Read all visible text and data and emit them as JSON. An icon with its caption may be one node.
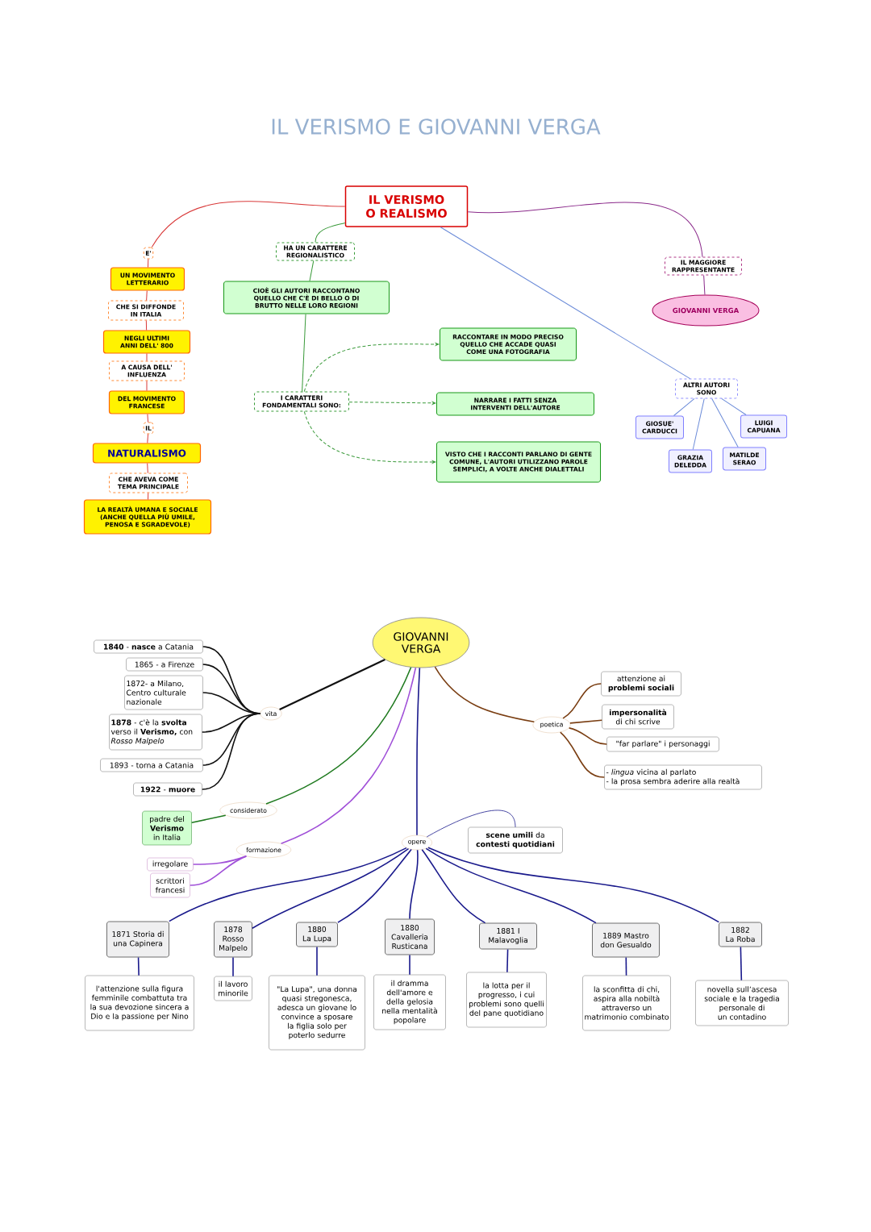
{
  "diagram": {
    "title": "IL VERISMO E GIOVANNI VERGA",
    "nodes": [
      {
        "text": [
          "IL VERISMO O REALISMO"
        ]
      },
      {
        "text": [
          "E'"
        ]
      },
      {
        "text": [
          "UN MOVIMENTO LETTERARIO"
        ]
      },
      {
        "text": [
          "CHE SI DIFFONDE IN ITALIA"
        ]
      },
      {
        "text": [
          "NEGLI ULTIMI ANNI DELL' 800"
        ]
      },
      {
        "text": [
          "A CAUSA DELL' INFLUENZA"
        ]
      },
      {
        "text": [
          "DEL MOVIMENTO FRANCESE"
        ]
      },
      {
        "text": [
          "IL"
        ]
      },
      {
        "text": [
          "NATURALISMO"
        ]
      },
      {
        "text": [
          "CHE AVEVA COME TEMA PRINCIPALE"
        ]
      },
      {
        "text": [
          "LA REALTÀ UMANA E SOCIALE (ANCHE QUELLA PIÙ UMILE, PENOSA E SGRADEVOLE)"
        ]
      },
      {
        "text": [
          "HA UN CARATTERE REGIONALISTICO"
        ]
      },
      {
        "text": [
          "CIOÈ GLI AUTORI RACCONTANO QUELLO CHE C'È DI BELLO O DI BRUTTO NELLE LORO REGIONI"
        ]
      },
      {
        "text": [
          "I CARATTERI FONDAMENTALI SONO:"
        ]
      },
      {
        "text": [
          "RACCONTARE IN MODO PRECISO QUELLO CHE ACCADE QUASI COME UNA FOTOGRAFIA"
        ]
      },
      {
        "text": [
          "NARRARE I FATTI SENZA INTERVENTI DELL'AUTORE"
        ]
      },
      {
        "text": [
          "VISTO CHE I RACCONTI PARLANO DI GENTE COMUNE, L'AUTORI UTILIZZANO PAROLE SEMPLICI, A VOLTE ANCHE DIALETTALI"
        ]
      },
      {
        "text": [
          "IL MAGGIORE RAPPRESENTANTE"
        ]
      },
      {
        "text": [
          "GIOVANNI VERGA"
        ]
      },
      {
        "text": [
          "ALTRI AUTORI SONO"
        ]
      },
      {
        "text": [
          "GIOSUE' CARDUCCI"
        ]
      },
      {
        "text": [
          "GRAZIA DELEDDA"
        ]
      },
      {
        "text": [
          "MATILDE SERAO"
        ]
      },
      {
        "text": [
          "LUIGI CAPUANA"
        ]
      },
      {
        "text": [
          "GIOVANNI VERGA"
        ]
      },
      {
        "text": [
          "vita"
        ]
      },
      {
        "text": [
          "**1840** - **nasce** a Catania"
        ]
      },
      {
        "text": [
          "1865 - a Firenze"
        ]
      },
      {
        "text": [
          "1872- a Milano, Centro culturale nazionale"
        ]
      },
      {
        "text": [
          "**1878** - c'è la **svolta** verso il **Verismo,** con *Rosso Malpelo*"
        ]
      },
      {
        "text": [
          "1893 - torna a Catania"
        ]
      },
      {
        "text": [
          "**1922** - **muore**"
        ]
      },
      {
        "text": [
          "considerato"
        ]
      },
      {
        "text": [
          "padre del **Verismo** in Italia"
        ]
      },
      {
        "text": [
          "formazione"
        ]
      },
      {
        "text": [
          "irregolare"
        ]
      },
      {
        "text": [
          "scrittori francesi"
        ]
      },
      {
        "text": [
          "poetica"
        ]
      },
      {
        "text": [
          "attenzione ai **problemi sociali**"
        ]
      },
      {
        "text": [
          "**impersonalità** di chi scrive"
        ]
      },
      {
        "text": [
          "\"far parlare\" i personaggi"
        ]
      },
      {
        "text": [
          "- *lingua*  vicina al parlato",
          "- la prosa sembra aderire alla realtà"
        ]
      },
      {
        "text": [
          "opere"
        ]
      },
      {
        "text": [
          "**scene umili** da **contesti quotidiani**"
        ]
      },
      {
        "text": [
          "1871 Storia di una Capinera"
        ]
      },
      {
        "text": [
          "l'attenzione sulla figura femminile combattuta tra la sua devozione sincera a Dio e la passione per Nino"
        ]
      },
      {
        "text": [
          "1878 Rosso Malpelo"
        ]
      },
      {
        "text": [
          "il lavoro minorile"
        ]
      },
      {
        "text": [
          "1880 La Lupa"
        ]
      },
      {
        "text": [
          "\"La Lupa\", una donna quasi stregonesca, adesca un giovane lo convince a sposare la figlia solo per poterlo sedurre"
        ]
      },
      {
        "text": [
          "1880 Cavalleria Rusticana"
        ]
      },
      {
        "text": [
          "il dramma dell'amore e della gelosia nella mentalità popolare"
        ]
      },
      {
        "text": [
          "1881 I Malavoglia"
        ]
      },
      {
        "text": [
          "la lotta per il progresso, i cui problemi sono quelli del pane quotidiano"
        ]
      },
      {
        "text": [
          "1889 Mastro don Gesualdo"
        ]
      },
      {
        "text": [
          "la sconfitta di chi, aspira alla nobiltà attraverso un matrimonio combinato"
        ]
      },
      {
        "text": [
          "1882 La Roba"
        ]
      },
      {
        "text": [
          "novella sull’ascesa sociale e la tragedia personale di un contadino"
        ]
      }
    ],
    "edges": [
      {
        "from": 0,
        "to": 1,
        "arrow": "none",
        "color": "#d93a3a"
      },
      {
        "from": 1,
        "to": 2,
        "arrow": "none",
        "color": "#d93a3a"
      },
      {
        "from": 2,
        "to": 3,
        "arrow": "none",
        "color": "#d93a3a"
      },
      {
        "from": 3,
        "to": 4,
        "arrow": "none",
        "color": "#d93a3a"
      },
      {
        "from": 4,
        "to": 5,
        "arrow": "none",
        "color": "#d93a3a"
      },
      {
        "from": 5,
        "to": 6,
        "arrow": "none",
        "color": "#d93a3a"
      },
      {
        "from": 6,
        "to": 7,
        "arrow": "none",
        "color": "#d93a3a"
      },
      {
        "from": 7,
        "to": 8,
        "arrow": "none",
        "color": "#d93a3a"
      },
      {
        "from": 8,
        "to": 9,
        "arrow": "none",
        "color": "#d93a3a"
      },
      {
        "from": 9,
        "to": 10,
        "arrow": "none",
        "color": "#d93a3a"
      },
      {
        "from": 0,
        "to": 11,
        "arrow": "none",
        "color": "#3a9a3a"
      },
      {
        "from": 11,
        "to": 12,
        "arrow": "none",
        "color": "#3a9a3a"
      },
      {
        "from": 12,
        "to": 13,
        "arrow": "none",
        "color": "#3a9a3a"
      },
      {
        "from": 13,
        "to": 14,
        "arrow": "to",
        "style": "dashed",
        "color": "#3a9a3a"
      },
      {
        "from": 13,
        "to": 15,
        "arrow": "to",
        "style": "dashed",
        "color": "#3a9a3a"
      },
      {
        "from": 13,
        "to": 16,
        "arrow": "to",
        "style": "dashed",
        "color": "#3a9a3a"
      },
      {
        "from": 0,
        "to": 17,
        "arrow": "none",
        "color": "#8b2b8b"
      },
      {
        "from": 17,
        "to": 18,
        "arrow": "none",
        "color": "#8b2b8b"
      },
      {
        "from": 0,
        "to": 19,
        "arrow": "none",
        "color": "#6a8ad8"
      },
      {
        "from": 19,
        "to": 20,
        "arrow": "none",
        "color": "#6a8ad8"
      },
      {
        "from": 19,
        "to": 21,
        "arrow": "none",
        "color": "#6a8ad8"
      },
      {
        "from": 19,
        "to": 22,
        "arrow": "none",
        "color": "#6a8ad8"
      },
      {
        "from": 19,
        "to": 23,
        "arrow": "none",
        "color": "#6a8ad8"
      },
      {
        "from": 24,
        "to": 25,
        "arrow": "none",
        "color": "#111111"
      },
      {
        "from": 25,
        "to": 26,
        "arrow": "none",
        "color": "#111111"
      },
      {
        "from": 25,
        "to": 27,
        "arrow": "none",
        "color": "#111111"
      },
      {
        "from": 25,
        "to": 28,
        "arrow": "none",
        "color": "#111111"
      },
      {
        "from": 25,
        "to": 29,
        "arrow": "none",
        "color": "#111111"
      },
      {
        "from": 25,
        "to": 30,
        "arrow": "none",
        "color": "#111111"
      },
      {
        "from": 25,
        "to": 31,
        "arrow": "none",
        "color": "#111111"
      },
      {
        "from": 24,
        "to": 32,
        "arrow": "none",
        "color": "#1f7a1f"
      },
      {
        "from": 32,
        "to": 33,
        "arrow": "none",
        "color": "#1f7a1f"
      },
      {
        "from": 24,
        "to": 34,
        "arrow": "none",
        "color": "#a050d8"
      },
      {
        "from": 34,
        "to": 35,
        "arrow": "none",
        "color": "#a050d8"
      },
      {
        "from": 34,
        "to": 36,
        "arrow": "none",
        "color": "#a050d8"
      },
      {
        "from": 24,
        "to": 37,
        "arrow": "none",
        "color": "#7a3e12"
      },
      {
        "from": 37,
        "to": 38,
        "arrow": "none",
        "color": "#7a3e12"
      },
      {
        "from": 37,
        "to": 39,
        "arrow": "none",
        "color": "#7a3e12"
      },
      {
        "from": 37,
        "to": 40,
        "arrow": "none",
        "color": "#7a3e12"
      },
      {
        "from": 37,
        "to": 41,
        "arrow": "none",
        "color": "#7a3e12"
      },
      {
        "from": 24,
        "to": 42,
        "arrow": "none"
      },
      {
        "from": 42,
        "to": 43,
        "arrow": "none"
      },
      {
        "from": 42,
        "to": 44,
        "arrow": "none"
      },
      {
        "from": 42,
        "to": 46,
        "arrow": "none"
      },
      {
        "from": 42,
        "to": 48,
        "arrow": "none"
      },
      {
        "from": 42,
        "to": 50,
        "arrow": "none"
      },
      {
        "from": 42,
        "to": 52,
        "arrow": "none"
      },
      {
        "from": 42,
        "to": 54,
        "arrow": "none"
      },
      {
        "from": 42,
        "to": 56,
        "arrow": "none"
      },
      {
        "from": 44,
        "to": 45,
        "arrow": "none"
      },
      {
        "from": 46,
        "to": 47,
        "arrow": "none"
      },
      {
        "from": 48,
        "to": 49,
        "arrow": "none"
      },
      {
        "from": 50,
        "to": 51,
        "arrow": "none"
      },
      {
        "from": 52,
        "to": 53,
        "arrow": "none"
      },
      {
        "from": 54,
        "to": 55,
        "arrow": "none"
      },
      {
        "from": 56,
        "to": 57,
        "arrow": "none"
      }
    ]
  }
}
